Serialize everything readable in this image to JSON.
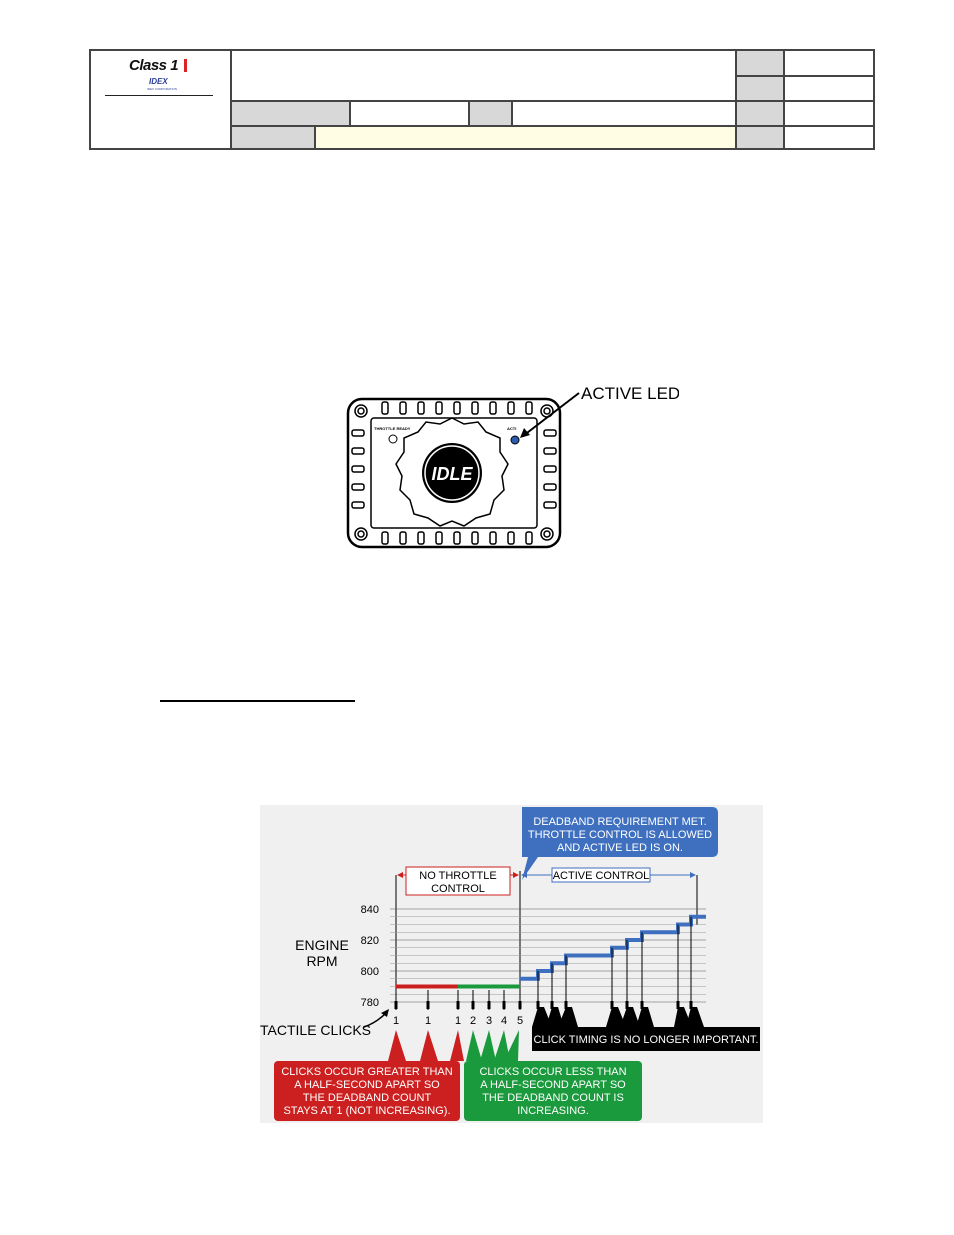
{
  "header": {
    "logo": {
      "brand": "Class 1",
      "sub_brand": "IDEX",
      "sub_caption": "IDEX CORPORATION"
    }
  },
  "figure1": {
    "callout_label": "ACTIVE LED",
    "left_led_label": "THROTTLE READY",
    "right_led_label": "ACTI",
    "knob_label": "IDLE"
  },
  "figure2": {
    "top_callout": [
      "DEADBAND REQUIREMENT MET.",
      "THROTTLE CONTROL IS ALLOWED",
      "AND ACTIVE LED IS ON."
    ],
    "no_control_label": [
      "NO THROTTLE",
      "CONTROL"
    ],
    "active_control_label": "ACTIVE CONTROL",
    "y_axis_title": [
      "ENGINE",
      "RPM"
    ],
    "y_ticks": [
      "840",
      "820",
      "800",
      "780"
    ],
    "tactile_label": "TACTILE CLICKS",
    "click_counts": [
      "1",
      "1",
      "1",
      "2",
      "3",
      "4",
      "5"
    ],
    "timing_note": "CLICK TIMING IS NO LONGER IMPORTANT.",
    "red_note": [
      "CLICKS OCCUR GREATER THAN",
      "A HALF-SECOND APART SO",
      "THE DEADBAND COUNT",
      "STAYS AT 1 (NOT INCREASING)."
    ],
    "green_note": [
      "CLICKS OCCUR LESS THAN",
      "A HALF-SECOND APART SO",
      "THE DEADBAND COUNT IS",
      "INCREASING."
    ],
    "colors": {
      "red": "#cc1f1f",
      "green": "#1a9a3c",
      "blue": "#3f6fbf",
      "black": "#000000"
    }
  },
  "chart_data": {
    "type": "line",
    "xlabel": "TACTILE CLICKS",
    "ylabel": "ENGINE RPM",
    "ylim": [
      780,
      840
    ],
    "yticks": [
      780,
      800,
      820,
      840
    ],
    "series": [
      {
        "name": "",
        "points": [
          [
            0,
            790
          ],
          [
            1,
            790
          ],
          [
            2,
            790
          ]
        ],
        "color": "red"
      },
      {
        "name": "",
        "points": [
          [
            2,
            790
          ],
          [
            3,
            790
          ],
          [
            4,
            790
          ],
          [
            5,
            790
          ],
          [
            6,
            790
          ]
        ],
        "color": "green"
      },
      {
        "name": "",
        "points": [
          [
            6,
            795
          ],
          [
            7,
            800
          ],
          [
            8,
            805
          ],
          [
            9,
            810
          ],
          [
            10,
            815
          ],
          [
            11,
            820
          ],
          [
            12,
            825
          ],
          [
            13,
            830
          ],
          [
            14,
            835
          ]
        ],
        "color": "blue"
      }
    ],
    "grid": true
  }
}
